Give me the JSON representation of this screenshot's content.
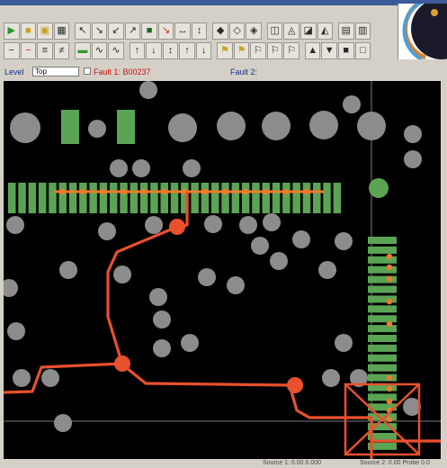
{
  "status_row": {
    "layer_label": "Level",
    "layer_value": "Top",
    "fault_1": "Fault 1: B00237",
    "fault_2": "Fault 2:"
  },
  "status_bar": {
    "left": "Source 1: 0.00 0.000",
    "right": "Source 2: 0.00 Probe 0.0"
  },
  "toolbar": {
    "row1_icons": [
      "green-arrow-icon",
      "folder-icon",
      "folder-open-icon",
      "grid-icon",
      "pointer-icon",
      "probe-icon",
      "probe-icon",
      "probe-icon",
      "probe-icon",
      "stop-icon",
      "probe-icon",
      "probe-icon",
      "probe-icon",
      "pin-icon",
      "pin-icon",
      "pin-icon",
      "net-icon",
      "net-icon",
      "net-icon",
      "net-icon",
      "window-icon",
      "window-icon"
    ],
    "row2_icons": [
      "ruler-icon",
      "ruler-icon",
      "ruler-icon",
      "ruler-icon",
      "trace-icon",
      "trace-icon",
      "trace-icon",
      "pin-icon",
      "pin-icon",
      "pin-icon",
      "pin-icon",
      "pin-icon",
      "flag-icon",
      "flag-icon",
      "flag-icon",
      "flag-icon",
      "flag-icon",
      "probe-icon",
      "probe-icon",
      "probe-icon",
      "probe-icon"
    ]
  },
  "colors": {
    "board_bg": "#000000",
    "pad_gray": "#8c8c8c",
    "pad_green": "#5aa454",
    "trace_red": "#e8502e",
    "highlight_orange": "#f07a2a",
    "crosshair": "#7a7a7a"
  }
}
